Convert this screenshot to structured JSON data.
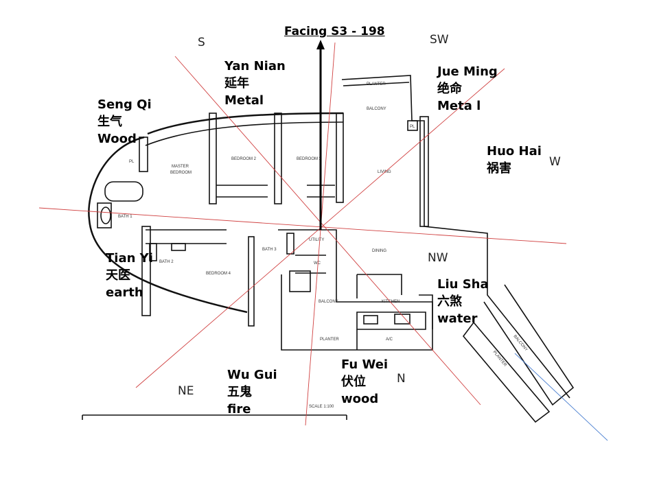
{
  "title": "Facing S3 - 198",
  "directions": {
    "s": "S",
    "sw": "SW",
    "w": "W",
    "nw": "NW",
    "n": "N",
    "ne": "NE"
  },
  "sectors": [
    {
      "name": "Yan Nian",
      "chinese": "延年",
      "element": "Metal"
    },
    {
      "name": "Seng Qi",
      "chinese": "生气",
      "element": "Wood"
    },
    {
      "name": "Jue Ming",
      "chinese": "绝命",
      "element": "Meta l"
    },
    {
      "name": "Huo Hai",
      "chinese": "祸害",
      "element": ""
    },
    {
      "name": "Tian Yi",
      "chinese": "天医",
      "element": "earth"
    },
    {
      "name": "Liu Sha",
      "chinese": "六煞",
      "element": "water"
    },
    {
      "name": "Wu Gui",
      "chinese": "五鬼",
      "element": "fire"
    },
    {
      "name": "Fu Wei",
      "chinese": "伏位",
      "element": "wood"
    }
  ],
  "rooms": {
    "planter_top": "PLANTER",
    "balcony_top": "BALCONY",
    "pl1": "PL",
    "pl2": "PL",
    "master": "MASTER",
    "master2": "BEDROOM",
    "bedroom2": "BEDROOM 2",
    "bedroom3": "BEDROOM 3",
    "living": "LIVING",
    "bath1": "BATH 1",
    "bath2": "BATH 2",
    "bath3": "BATH 3",
    "utility": "UTILITY",
    "wc": "WC",
    "dining": "DINING",
    "bedroom4": "BEDROOM 4",
    "balcony_mid": "BALCONY",
    "kitchen": "KITCHEN",
    "planter_bot": "PLANTER",
    "ac": "A/C",
    "balcony_right": "BALCONY",
    "planter_right": "PLANTER",
    "scale": "SCALE 1:100"
  },
  "colors": {
    "sector_line": "#d04040",
    "arrow": "#000000",
    "blue_line": "#4a7fd0"
  }
}
